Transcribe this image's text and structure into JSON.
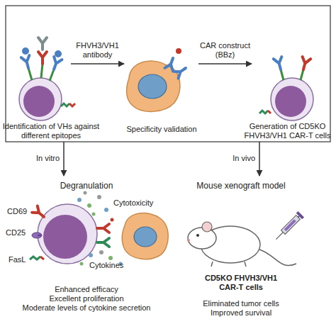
{
  "diagram": {
    "nodes": [
      {
        "text": [
          "Identification of VHs against different epitopes"
        ]
      },
      {
        "text": [
          "Specificity validation"
        ]
      },
      {
        "text": [
          "Generation of CD5KO FHVH3/VH1 CAR-T cells"
        ]
      },
      {
        "text": [
          "Degranulation",
          "Enhanced efficacy",
          "Excellent proliferation",
          "Moderate levels of cytokine secretion"
        ]
      },
      {
        "text": [
          "Mouse xenograft model",
          "CD5KO FHVH3/VH1 CAR-T cells",
          "Eliminated tumor cells",
          "Improved survival"
        ]
      }
    ],
    "edges": [
      {
        "from": 0,
        "to": 1,
        "arrow": "to",
        "label": "FHVH3/VH1 antibody"
      },
      {
        "from": 1,
        "to": 2,
        "arrow": "to",
        "label": "CAR construct (BBz)"
      },
      {
        "from": 0,
        "to": 3,
        "arrow": "to",
        "label": "In vitro"
      },
      {
        "from": 2,
        "to": 4,
        "arrow": "to",
        "label": "In vivo"
      }
    ],
    "labels": [
      "CD69",
      "CD25",
      "FasL",
      "Cytotoxicity",
      "Cytokines"
    ]
  }
}
